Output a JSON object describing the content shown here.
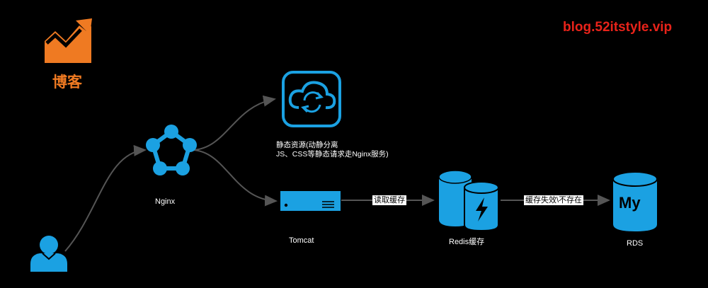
{
  "watermark": "blog.52itstyle.vip",
  "logo": {
    "label": "博客",
    "icon": "trending-chart-icon",
    "color": "#ef7a22"
  },
  "nodes": {
    "user": {
      "icon": "user-icon"
    },
    "nginx": {
      "label": "Nginx",
      "icon": "nginx-network-icon"
    },
    "static": {
      "icon": "cloud-sync-icon",
      "line1": "静态资源(动静分离",
      "line2": "JS、CSS等静态请求走Nginx服务)"
    },
    "tomcat": {
      "label": "Tomcat",
      "icon": "server-icon"
    },
    "redis": {
      "label": "Redis缓存",
      "icon": "database-lightning-icon"
    },
    "rds": {
      "label": "RDS",
      "icon": "mysql-database-icon",
      "badge": "My"
    }
  },
  "edges": {
    "tomcat_redis": "读取缓存",
    "redis_rds": "缓存失效\\不存在"
  },
  "colors": {
    "accent": "#1ba1e2",
    "line": "#555555",
    "watermark": "#e8231a"
  }
}
